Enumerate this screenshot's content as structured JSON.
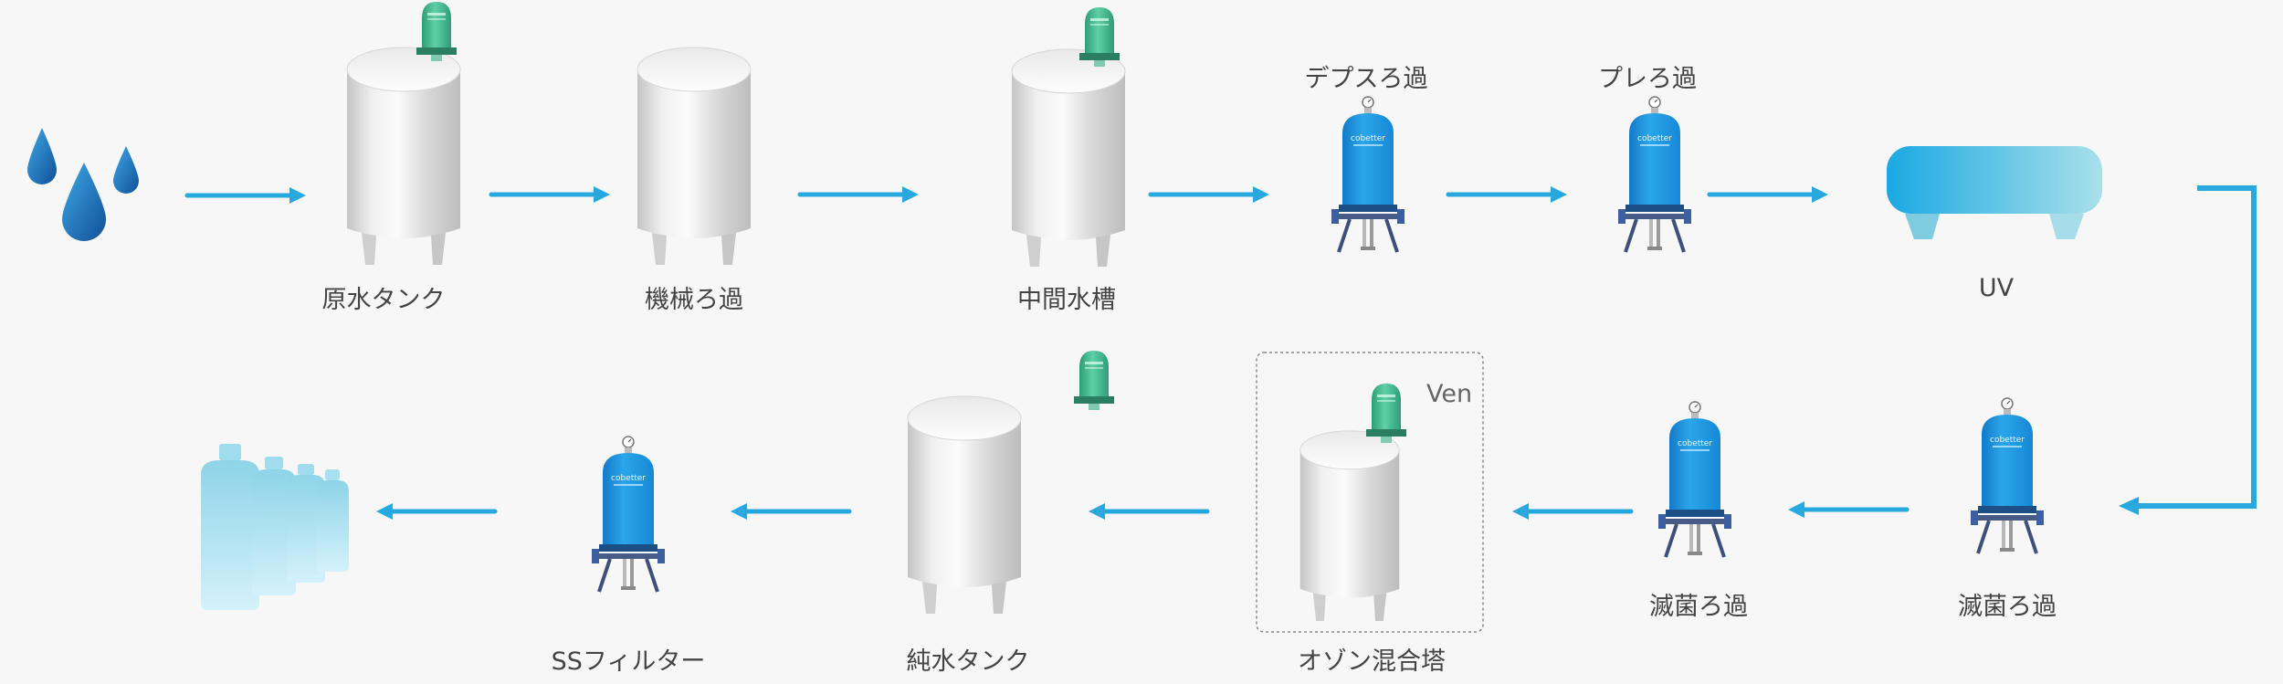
{
  "colors": {
    "arrow": "#27a9df",
    "filter_body": "#1f9ae0",
    "vent": "#3fb88e",
    "uv": "#2bb3e3",
    "drop": "#1c7cc4",
    "bottle": "#9fdcee",
    "tank_dark": "#c8c8c8",
    "tank_light": "#fbfbfb"
  },
  "flow": {
    "steps": [
      {
        "id": "raw-water-tank",
        "label": "原水タンク"
      },
      {
        "id": "mechanical-filtration",
        "label": "機械ろ過"
      },
      {
        "id": "intermediate-tank",
        "label": "中間水槽"
      },
      {
        "id": "depth-filtration",
        "label": "デプスろ過"
      },
      {
        "id": "pre-filtration",
        "label": "プレろ過"
      },
      {
        "id": "uv-sterilizer",
        "label": "UV"
      },
      {
        "id": "sterile-filtration-1",
        "label": "滅菌ろ過"
      },
      {
        "id": "sterile-filtration-2",
        "label": "滅菌ろ過"
      },
      {
        "id": "ozone-mixing-tower",
        "label": "オゾン混合塔"
      },
      {
        "id": "pure-water-tank",
        "label": "純水タンク"
      },
      {
        "id": "ss-filter",
        "label": "SSフィルター"
      }
    ],
    "vent_label": "Ven"
  }
}
